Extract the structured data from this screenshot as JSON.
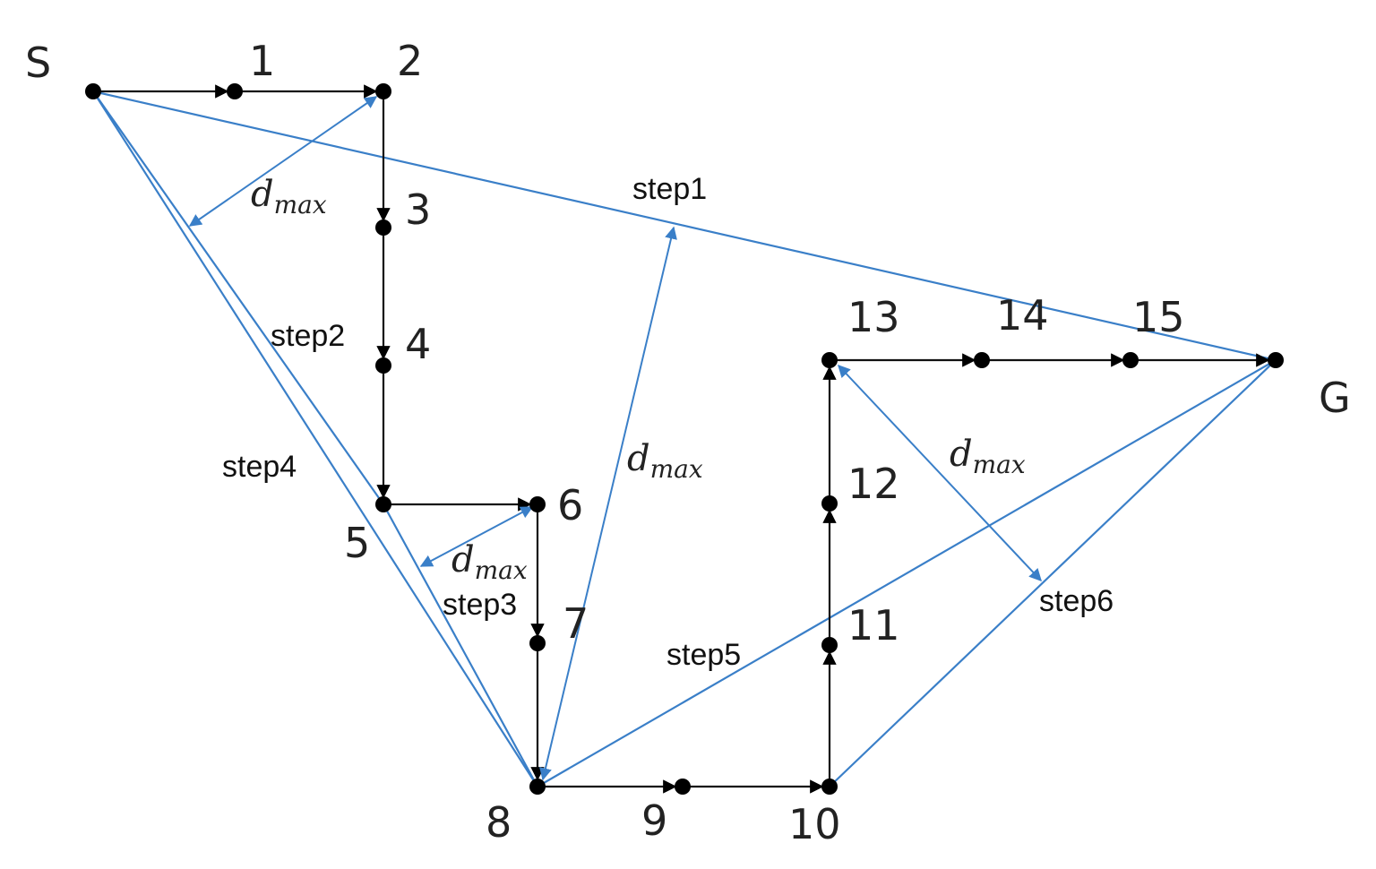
{
  "nodes": [
    {
      "id": "S",
      "label": "S"
    },
    {
      "id": "1",
      "label": "1"
    },
    {
      "id": "2",
      "label": "2"
    },
    {
      "id": "3",
      "label": "3"
    },
    {
      "id": "4",
      "label": "4"
    },
    {
      "id": "5",
      "label": "5"
    },
    {
      "id": "6",
      "label": "6"
    },
    {
      "id": "7",
      "label": "7"
    },
    {
      "id": "8",
      "label": "8"
    },
    {
      "id": "9",
      "label": "9"
    },
    {
      "id": "10",
      "label": "10"
    },
    {
      "id": "11",
      "label": "11"
    },
    {
      "id": "12",
      "label": "12"
    },
    {
      "id": "13",
      "label": "13"
    },
    {
      "id": "14",
      "label": "14"
    },
    {
      "id": "15",
      "label": "15"
    },
    {
      "id": "G",
      "label": "G"
    }
  ],
  "path_edges": [
    {
      "from": "S",
      "to": "1"
    },
    {
      "from": "1",
      "to": "2"
    },
    {
      "from": "2",
      "to": "3"
    },
    {
      "from": "3",
      "to": "4"
    },
    {
      "from": "4",
      "to": "5"
    },
    {
      "from": "5",
      "to": "6"
    },
    {
      "from": "6",
      "to": "7"
    },
    {
      "from": "7",
      "to": "8"
    },
    {
      "from": "8",
      "to": "9"
    },
    {
      "from": "9",
      "to": "10"
    },
    {
      "from": "10",
      "to": "11"
    },
    {
      "from": "11",
      "to": "12"
    },
    {
      "from": "12",
      "to": "13"
    },
    {
      "from": "13",
      "to": "14"
    },
    {
      "from": "14",
      "to": "15"
    },
    {
      "from": "15",
      "to": "G"
    }
  ],
  "step_edges": [
    {
      "from": "S",
      "to": "G"
    },
    {
      "from": "S",
      "to": "5"
    },
    {
      "from": "S",
      "to": "8"
    },
    {
      "from": "5",
      "to": "8"
    },
    {
      "from": "8",
      "to": "G"
    },
    {
      "from": "10",
      "to": "G"
    }
  ],
  "step_labels": {
    "step1": "step1",
    "step2": "step2",
    "step3": "step3",
    "step4": "step4",
    "step5": "step5",
    "step6": "step6"
  },
  "dmax_labels": [
    {
      "base": "d",
      "sub": "max"
    },
    {
      "base": "d",
      "sub": "max"
    },
    {
      "base": "d",
      "sub": "max"
    },
    {
      "base": "d",
      "sub": "max"
    }
  ],
  "colors": {
    "path": "#111111",
    "step": "#3a7fc8",
    "node": "#000000",
    "text": "#222222"
  }
}
